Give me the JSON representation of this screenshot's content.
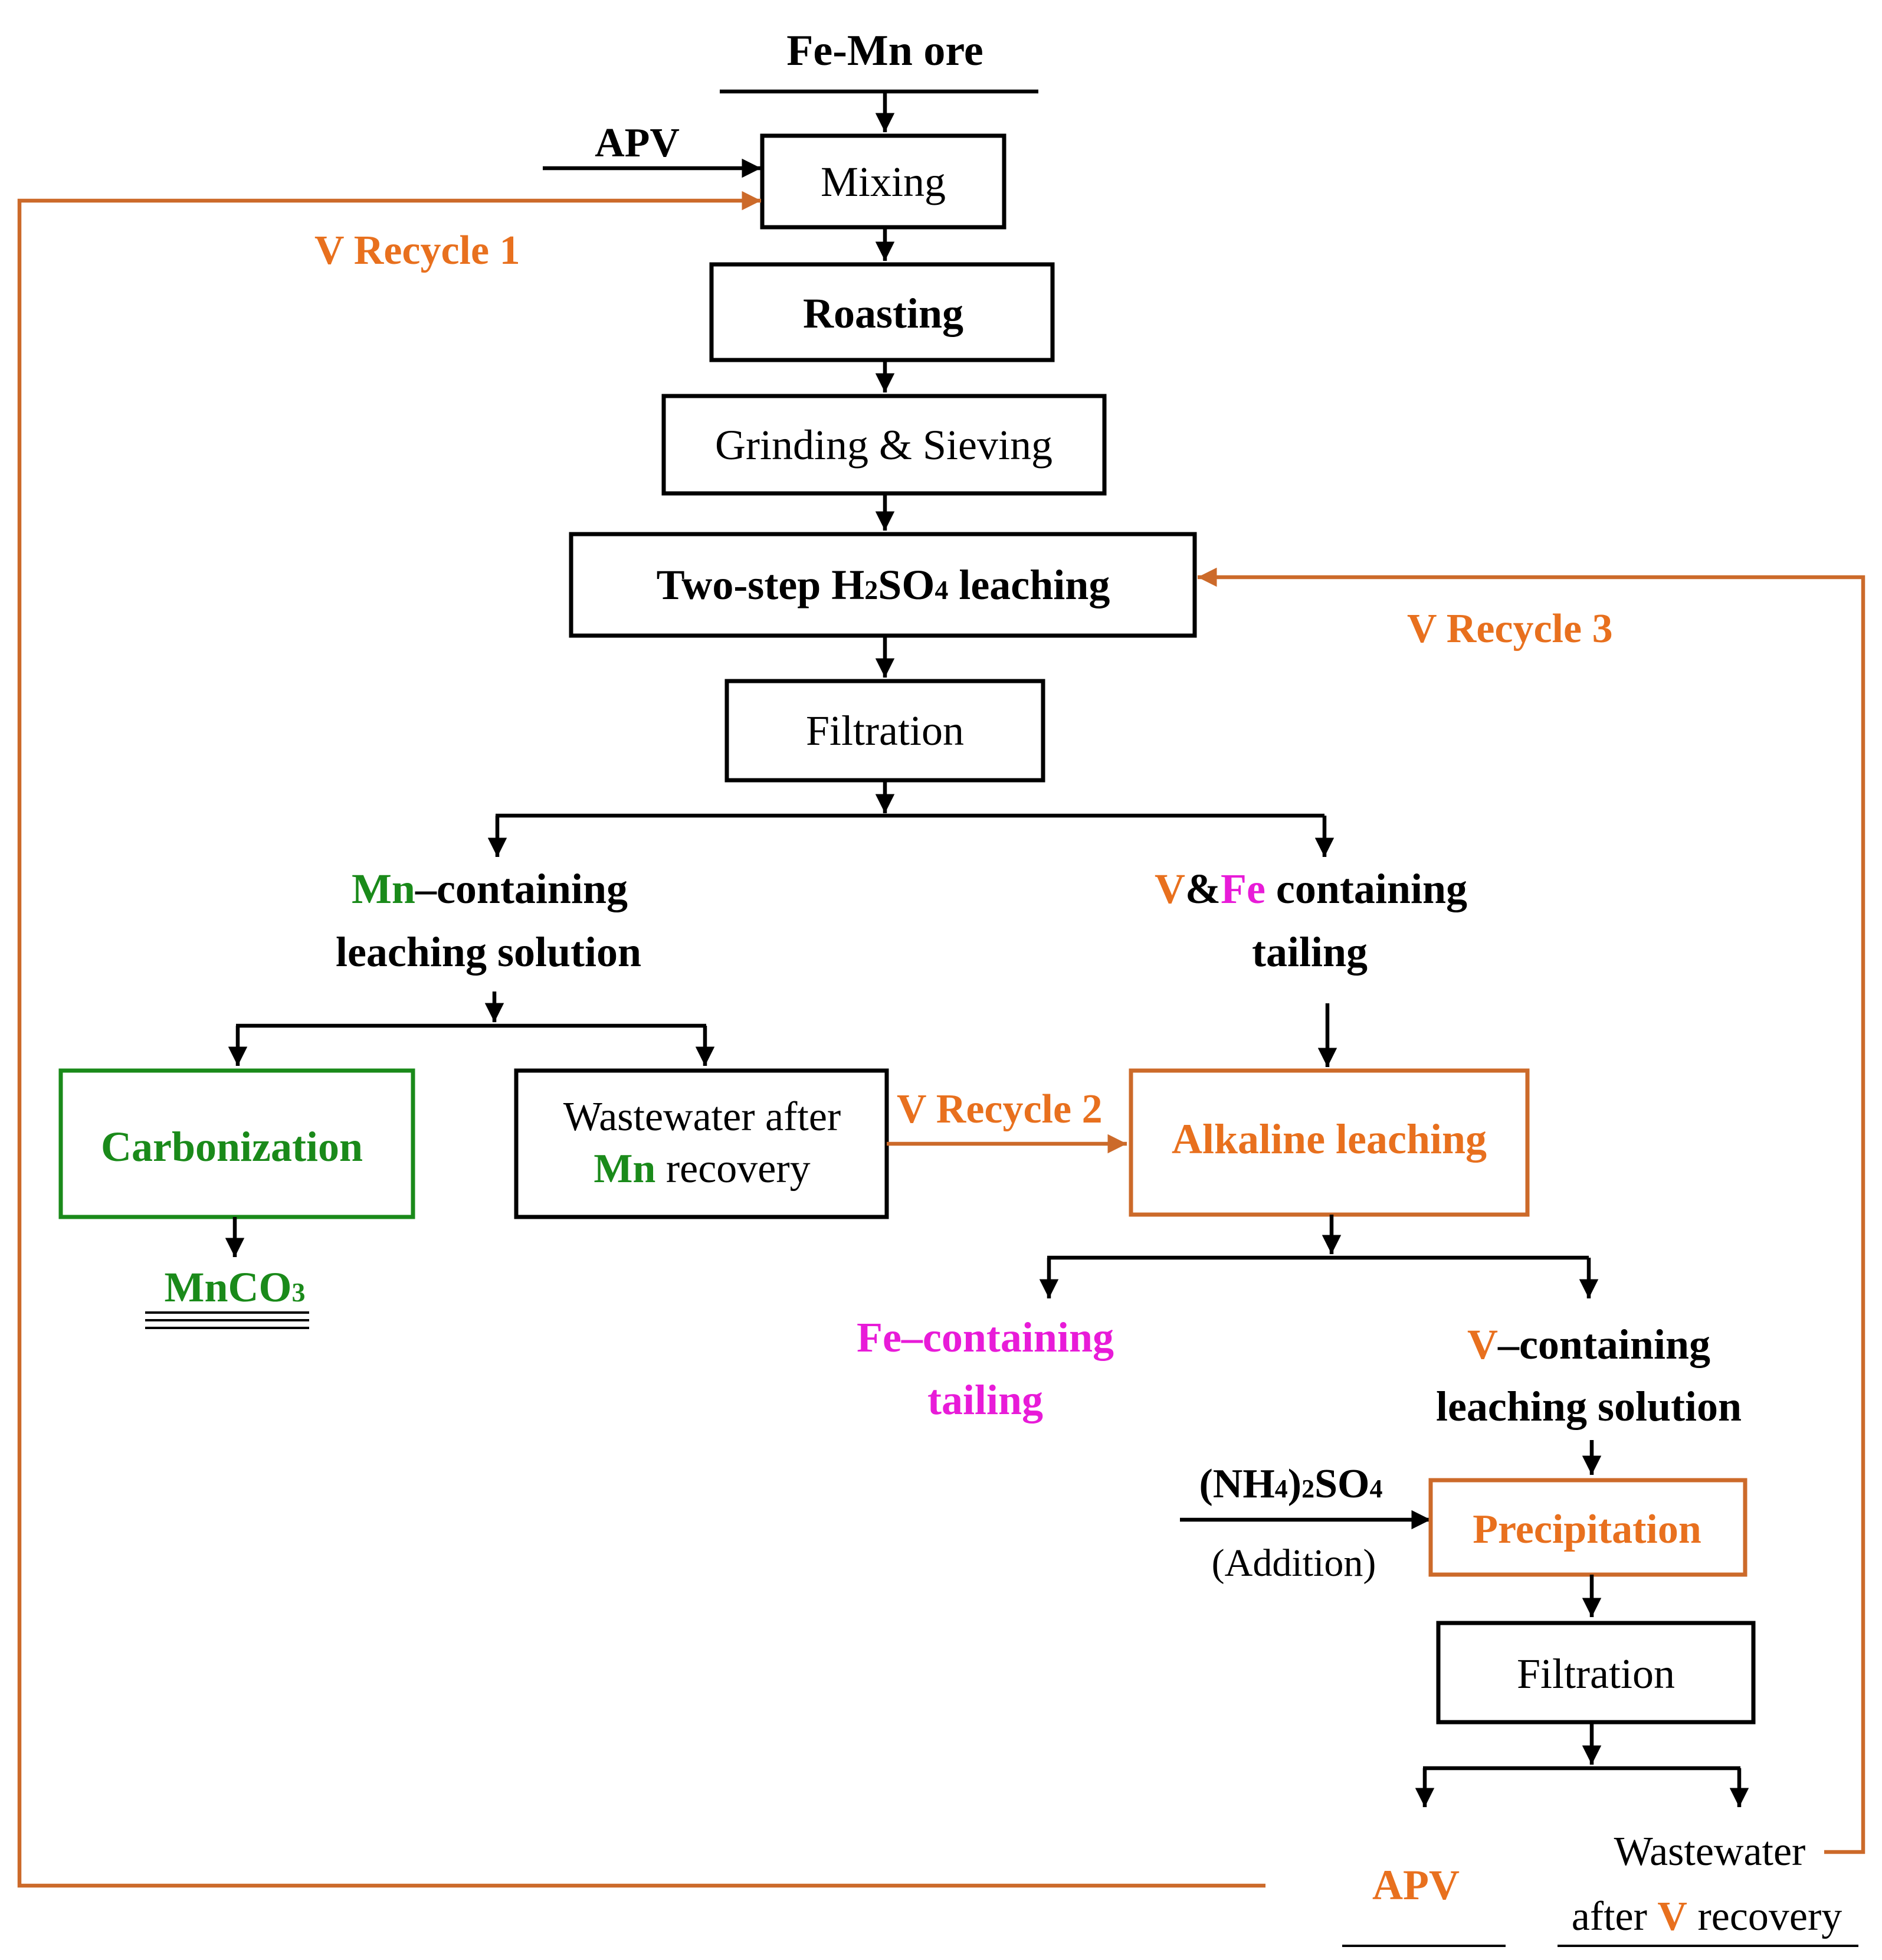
{
  "colors": {
    "black": "#000000",
    "orange": "#E8701E",
    "orange_line": "#CC6A2A",
    "green": "#1A8A1A",
    "magenta": "#E81BD8"
  },
  "nodes": {
    "feed": "Fe-Mn ore",
    "apv_input": "APV",
    "mixing": "Mixing",
    "roasting": "Roasting",
    "grinding": "Grinding & Sieving",
    "leaching": {
      "prefix": "Two-step H",
      "sub1": "2",
      "mid": "SO",
      "sub2": "4",
      "suffix": " leaching"
    },
    "filtration1": "Filtration",
    "mn_solution": {
      "colored": "Mn",
      "line1_rest": "–containing",
      "line2": "leaching solution"
    },
    "vfe_tailing": {
      "v": "V",
      "amp": "&",
      "fe": "Fe",
      "line1_rest": " containing",
      "line2": "tailing"
    },
    "carbonization": "Carbonization",
    "mnco3": {
      "base": "MnCO",
      "sub": "3"
    },
    "wastewater_mn": {
      "line1": "Wastewater after",
      "colored": "Mn",
      "line2_rest": " recovery"
    },
    "alkaline": "Alkaline leaching",
    "fe_tailing": {
      "line1": "Fe–containing",
      "line2": "tailing"
    },
    "v_solution": {
      "colored": "V",
      "line1_rest": "–containing",
      "line2": "leaching solution"
    },
    "reagent": {
      "open": "(NH",
      "sub1": "4",
      "mid": ")",
      "sub2": "2",
      "rest": "SO",
      "sub3": "4",
      "note": "(Addition)"
    },
    "precipitation": "Precipitation",
    "filtration2": "Filtration",
    "apv_product": "APV",
    "wastewater_v": {
      "line1": "Wastewater",
      "line2_pre": "after ",
      "colored": "V",
      "line2_rest": " recovery"
    }
  },
  "recycles": {
    "r1": "V Recycle 1",
    "r2": "V Recycle 2",
    "r3": "V Recycle 3"
  }
}
